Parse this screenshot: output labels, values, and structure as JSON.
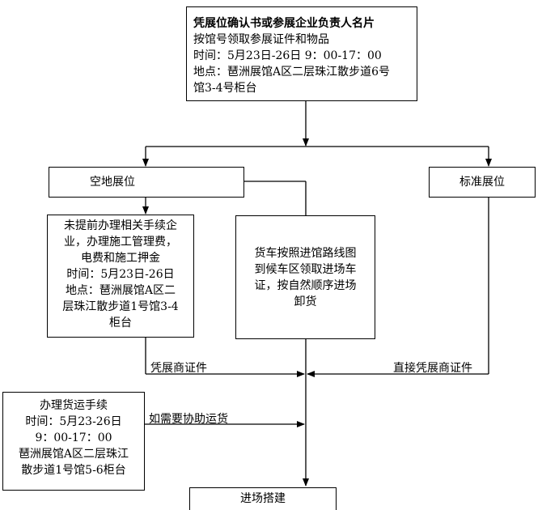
{
  "top_box": {
    "line1": "凭展位确认书或参展企业负责人名片",
    "line2": "按馆号领取参展证件和物品",
    "line3": "时间：5月23日-26日 9：00-17：00",
    "line4": "地点：琶洲展馆A区二层珠江散步道6号",
    "line5": "馆3-4号柜台"
  },
  "open_space_box": {
    "label": "空地展位"
  },
  "standard_box": {
    "label": "标准展位"
  },
  "left_box": {
    "lines": [
      "未提前办理相关手续企",
      "业，办理施工管理费，",
      "电费和施工押金",
      "时间：5月23日-26日",
      "地点：琶洲展馆A区二",
      "层珠江散步道1号馆3-4",
      "柜台"
    ]
  },
  "middle_box": {
    "lines": [
      "货车按照进馆路线图",
      "到候车区领取进场车",
      "证，按自然顺序进场",
      "卸货"
    ]
  },
  "bottom_left_box": {
    "lines": [
      "办理货运手续",
      "时间：5月23-26日",
      "9：00-17：00",
      "琶洲展馆A区二层珠江",
      "散步道1号馆5-6柜台"
    ]
  },
  "final_box": {
    "label": "进场搭建"
  },
  "edge_labels": {
    "with_exhibitor_cert": "凭展商证件",
    "direct_with_cert": "直接凭展商证件",
    "if_shipping_help": "如需要协助运货"
  }
}
